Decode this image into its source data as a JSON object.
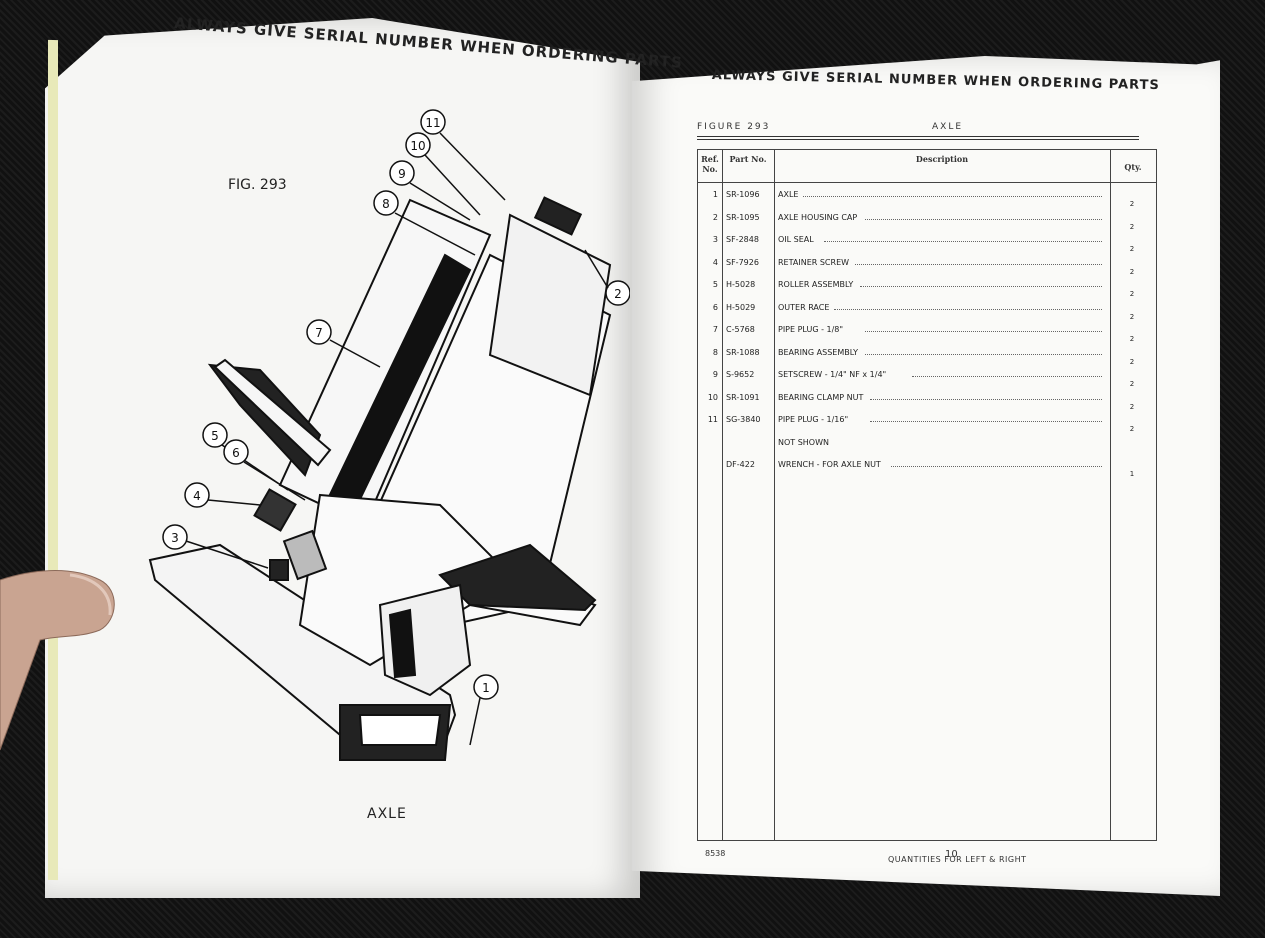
{
  "left_page": {
    "header": "ALWAYS GIVE SERIAL NUMBER WHEN ORDERING PARTS",
    "figure_label": "FIG. 293",
    "caption": "AXLE",
    "callouts": [
      "11",
      "10",
      "9",
      "8",
      "7",
      "2",
      "5",
      "6",
      "4",
      "3",
      "1"
    ]
  },
  "right_page": {
    "header": "ALWAYS GIVE SERIAL NUMBER WHEN ORDERING PARTS",
    "figure_number": "FIGURE 293",
    "figure_title": "AXLE",
    "columns": {
      "ref": "Ref. No.",
      "part": "Part No.",
      "description": "Description",
      "qty": "Qty."
    },
    "rows": [
      {
        "ref": "1",
        "part": "SR-1096",
        "description": "AXLE",
        "qty": "2"
      },
      {
        "ref": "2",
        "part": "SR-1095",
        "description": "AXLE HOUSING CAP",
        "qty": "2"
      },
      {
        "ref": "3",
        "part": "SF-2848",
        "description": "OIL SEAL",
        "qty": "2"
      },
      {
        "ref": "4",
        "part": "SF-7926",
        "description": "RETAINER SCREW",
        "qty": "2"
      },
      {
        "ref": "5",
        "part": "H-5028",
        "description": "ROLLER ASSEMBLY",
        "qty": "2"
      },
      {
        "ref": "6",
        "part": "H-5029",
        "description": "OUTER RACE",
        "qty": "2"
      },
      {
        "ref": "7",
        "part": "C-5768",
        "description": "PIPE PLUG - 1/8\"",
        "qty": "2"
      },
      {
        "ref": "8",
        "part": "SR-1088",
        "description": "BEARING ASSEMBLY",
        "qty": "2"
      },
      {
        "ref": "9",
        "part": "S-9652",
        "description": "SETSCREW - 1/4\" NF x 1/4\"",
        "qty": "2"
      },
      {
        "ref": "10",
        "part": "SR-1091",
        "description": "BEARING CLAMP NUT",
        "qty": "2"
      },
      {
        "ref": "11",
        "part": "SG-3840",
        "description": "PIPE PLUG - 1/16\"",
        "qty": "2"
      },
      {
        "ref": "",
        "part": "",
        "description": "NOT SHOWN",
        "qty": ""
      },
      {
        "ref": "",
        "part": "DF-422",
        "description": "WRENCH - FOR AXLE NUT",
        "qty": "1"
      }
    ],
    "footer_note": "QUANTITIES FOR LEFT & RIGHT",
    "page_code": "8538",
    "page_number": "10"
  }
}
